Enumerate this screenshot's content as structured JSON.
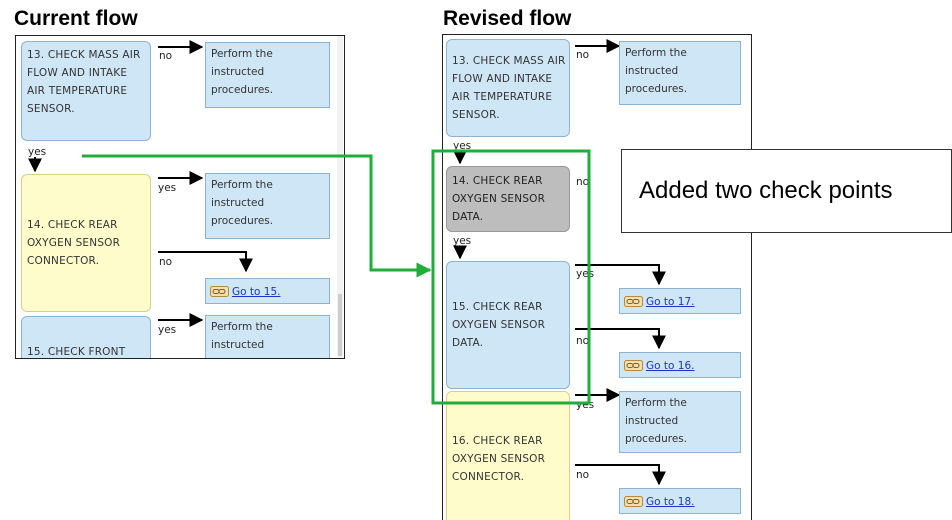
{
  "headings": {
    "current": "Current flow",
    "revised": "Revised flow"
  },
  "current_flow": {
    "step13": "13. CHECK MASS AIR FLOW AND INTAKE AIR TEMPERATURE SENSOR.",
    "step13_no_label": "no",
    "step13_result": "Perform the instructed procedures.",
    "step13_yes_label": "yes",
    "step14": "14. CHECK REAR OXYGEN SENSOR CONNECTOR.",
    "step14_yes_label": "yes",
    "step14_yes_result": "Perform the instructed procedures.",
    "step14_no_label": "no",
    "step14_goto": "Go to 15.",
    "step15": "15. CHECK FRONT",
    "step15_yes_label": "yes",
    "step15_result": "Perform the instructed"
  },
  "revised_flow": {
    "step13": "13. CHECK MASS AIR FLOW AND INTAKE AIR TEMPERATURE SENSOR.",
    "step13_no_label": "no",
    "step13_result": "Perform the instructed procedures.",
    "step13_yes_label": "yes",
    "step14": "14. CHECK REAR OXYGEN SENSOR DATA.",
    "step14_no_label": "no",
    "step14_yes_label": "yes",
    "step15": "15. CHECK REAR OXYGEN SENSOR DATA.",
    "step15_yes_label": "yes",
    "step15_goto": "Go to 17.",
    "step15_no_label": "no",
    "step15_no_goto": "Go to 16.",
    "step16": "16. CHECK REAR OXYGEN SENSOR CONNECTOR.",
    "step16_yes_label": "yes",
    "step16_result": "Perform the instructed procedures.",
    "step16_no_label": "no",
    "step16_goto": "Go to 18."
  },
  "callout": {
    "text": "Added two check points"
  },
  "colors": {
    "highlight": "#1fae3a",
    "step_blue": "#cfe6f7",
    "step_yellow": "#fffccc",
    "step_gray": "#bdbdbd",
    "link": "#1a34c8"
  },
  "icons": {
    "goto": "link-icon"
  }
}
